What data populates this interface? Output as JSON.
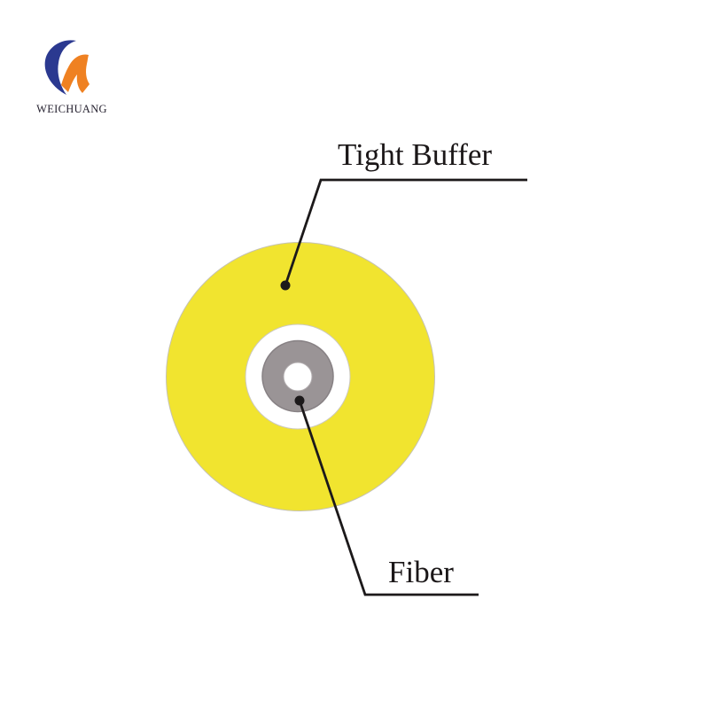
{
  "brand": {
    "name": "WEICHUANG",
    "colors": {
      "swoosh_blue": "#2b3990",
      "swoosh_orange": "#ef8122",
      "wordmark_text": "#262230"
    }
  },
  "diagram": {
    "labels": {
      "tight_buffer": "Tight Buffer",
      "fiber": "Fiber"
    },
    "colors": {
      "tight_buffer_fill": "#f1e42f",
      "coating_fill": "#ffffff",
      "cladding_fill": "#9a9496",
      "core_fill": "#ffffff",
      "leader_line": "#1c191a"
    }
  }
}
